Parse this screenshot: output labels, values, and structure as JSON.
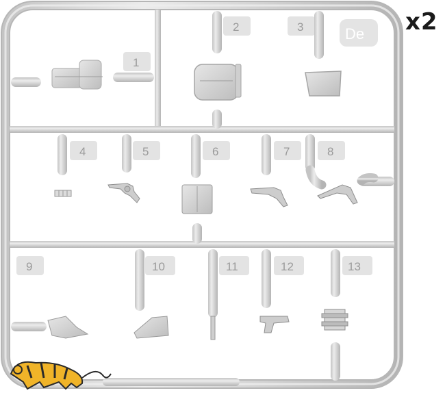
{
  "sprue": {
    "code": "De",
    "quantity": "x2",
    "part_numbers": [
      "1",
      "2",
      "3",
      "4",
      "5",
      "6",
      "7",
      "8",
      "9",
      "10",
      "11",
      "12",
      "13"
    ]
  },
  "colors": {
    "plastic": "#d8d8d8",
    "plastic_shadow": "#b9b9b9",
    "plastic_highlight": "#ececec",
    "tab": "#e3e3e3",
    "label": "#9a9a9a",
    "logo_yellow": "#f0b429",
    "logo_dark": "#2a2a2a"
  },
  "logo": {
    "icon": "tiger-icon"
  }
}
